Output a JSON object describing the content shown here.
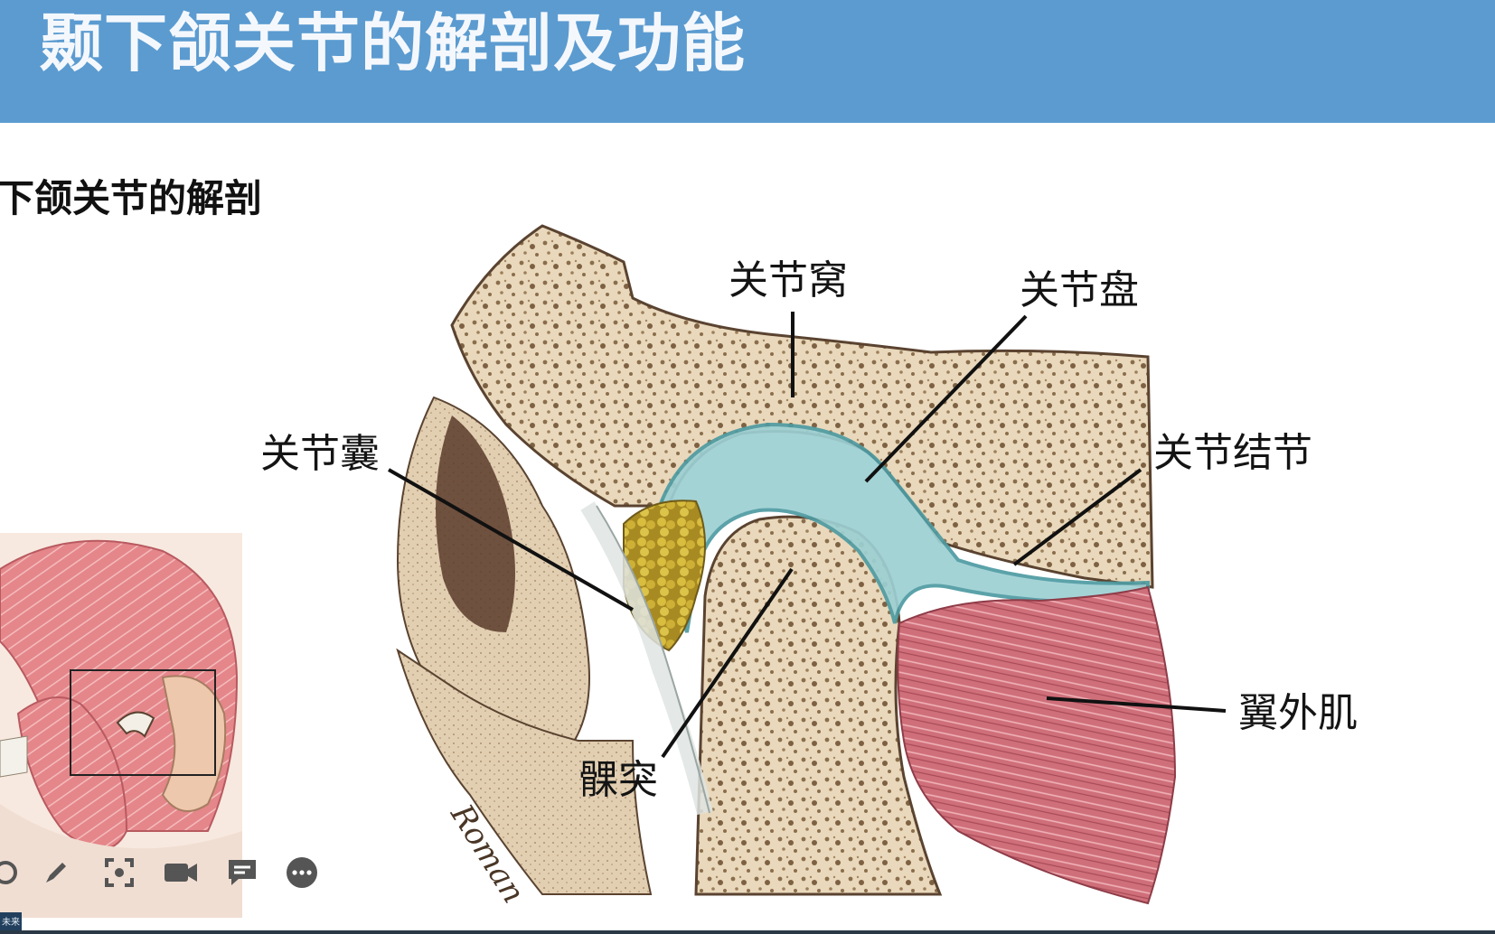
{
  "slide": {
    "title": "颞下颌关节的解剖及功能",
    "section_heading": "下颌关节的解剖"
  },
  "diagram": {
    "labels": {
      "glenoid_fossa": "关节窝",
      "articular_disc": "关节盘",
      "joint_capsule": "关节囊",
      "articular_eminence": "关节结节",
      "condyle": "髁突",
      "lateral_pterygoid": "翼外肌"
    },
    "artist_signature": "Roman"
  },
  "video_toolbar": {
    "icons": [
      "circle-icon",
      "pen-icon",
      "screenshot-icon",
      "camera-icon",
      "chat-icon",
      "more-icon"
    ]
  },
  "corner_tag": "未来",
  "colors": {
    "title_bar": "#5b9bd0",
    "bone": "#ecdcc0",
    "disc": "#8ec8cc",
    "muscle": "#d0727c",
    "fat": "#c9a82e"
  }
}
